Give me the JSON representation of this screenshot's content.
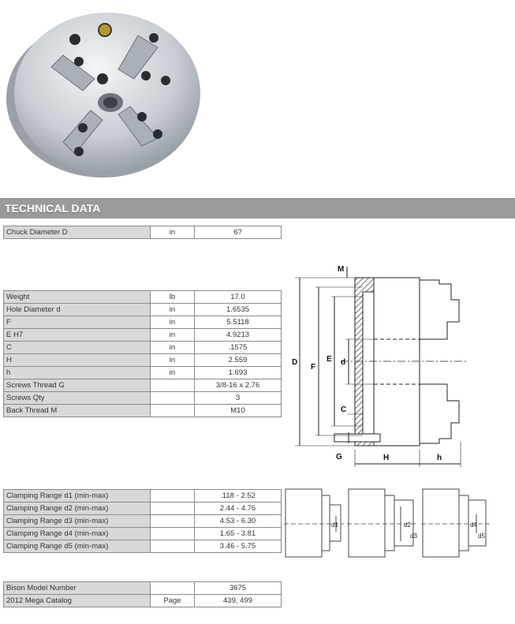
{
  "section_title": "TECHNICAL DATA",
  "chuck_diameter": {
    "label": "Chuck Diameter D",
    "unit": "in",
    "value": "6?"
  },
  "specs": [
    {
      "label": "Weight",
      "unit": "lb",
      "value": "17.0"
    },
    {
      "label": "Hole Diameter d",
      "unit": "in",
      "value": "1.6535"
    },
    {
      "label": "F",
      "unit": "in",
      "value": "5.5118"
    },
    {
      "label": "E H7",
      "unit": "in",
      "value": "4.9213"
    },
    {
      "label": "C",
      "unit": "in",
      "value": ".1575"
    },
    {
      "label": "H",
      "unit": "in",
      "value": "2.559"
    },
    {
      "label": "h",
      "unit": "in",
      "value": "1.693"
    },
    {
      "label": "Screws Thread G",
      "unit": "",
      "value": "3/8-16 x 2.76"
    },
    {
      "label": "Screws Qty",
      "unit": "",
      "value": "3"
    },
    {
      "label": "Back Thread M",
      "unit": "",
      "value": "M10"
    }
  ],
  "clamping": [
    {
      "label": "Clamping Range d1 (min-max)",
      "unit": "",
      "value": ".118 - 2.52"
    },
    {
      "label": "Clamping Range d2 (min-max)",
      "unit": "",
      "value": "2.44 - 4.76"
    },
    {
      "label": "Clamping Range d3 (min-max)",
      "unit": "",
      "value": "4.53 - 6.30"
    },
    {
      "label": "Clamping Range d4 (min-max)",
      "unit": "",
      "value": "1.65 - 3.81"
    },
    {
      "label": "Clamping Range d5 (min-max)",
      "unit": "",
      "value": "3.46 - 5.75"
    }
  ],
  "catalog": [
    {
      "label": "Bison Model Number",
      "unit": "",
      "value": "3675"
    },
    {
      "label": "2012 Mega Catalog",
      "unit": "Page",
      "value": "439, 499"
    }
  ],
  "drawing_labels": {
    "D": "D",
    "F": "F",
    "E": "E",
    "d": "d",
    "C": "C",
    "M": "M",
    "G": "G",
    "H": "H",
    "h": "h"
  },
  "clamp_labels": {
    "d1": "d1",
    "d2": "d2",
    "d3": "d3",
    "d4": "d4",
    "d5": "d5"
  }
}
